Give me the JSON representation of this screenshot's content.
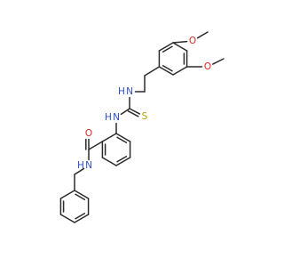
{
  "colors": {
    "background": "#ffffff",
    "bond": "#2b2b2b",
    "nitrogen": "#3050c8",
    "oxygen": "#e0231e",
    "sulfur": "#b5a300"
  },
  "atoms": [
    {
      "id": "methyl1",
      "label": ""
    },
    {
      "id": "o1",
      "label": "O",
      "element": "oxygen"
    },
    {
      "id": "ar1_c1",
      "label": ""
    },
    {
      "id": "ar1_c2",
      "label": ""
    },
    {
      "id": "ar1_c3",
      "label": ""
    },
    {
      "id": "ar1_c4",
      "label": ""
    },
    {
      "id": "ar1_c5",
      "label": ""
    },
    {
      "id": "ar1_c6",
      "label": ""
    },
    {
      "id": "o2",
      "label": "O",
      "element": "oxygen"
    },
    {
      "id": "methyl2",
      "label": ""
    },
    {
      "id": "ch2_a",
      "label": ""
    },
    {
      "id": "ch2_b",
      "label": ""
    },
    {
      "id": "nh1",
      "label": "N",
      "h_label": "H",
      "element": "nitrogen"
    },
    {
      "id": "cs",
      "label": ""
    },
    {
      "id": "s",
      "label": "S",
      "element": "sulfur"
    },
    {
      "id": "nh2",
      "label": "N",
      "h_label": "H",
      "element": "nitrogen"
    },
    {
      "id": "ar2_c1",
      "label": ""
    },
    {
      "id": "ar2_c2",
      "label": ""
    },
    {
      "id": "ar2_c3",
      "label": ""
    },
    {
      "id": "ar2_c4",
      "label": ""
    },
    {
      "id": "ar2_c5",
      "label": ""
    },
    {
      "id": "ar2_c6",
      "label": ""
    },
    {
      "id": "c_amide",
      "label": ""
    },
    {
      "id": "o3",
      "label": "O",
      "element": "oxygen"
    },
    {
      "id": "nh3",
      "label": "N",
      "h_label": "H",
      "element": "nitrogen"
    },
    {
      "id": "ch2_c",
      "label": ""
    },
    {
      "id": "ar3_c1",
      "label": ""
    },
    {
      "id": "ar3_c2",
      "label": ""
    },
    {
      "id": "ar3_c3",
      "label": ""
    },
    {
      "id": "ar3_c4",
      "label": ""
    },
    {
      "id": "ar3_c5",
      "label": ""
    },
    {
      "id": "ar3_c6",
      "label": ""
    }
  ],
  "bonds": [
    {
      "a": "methyl1",
      "b": "o1",
      "order": 1
    },
    {
      "a": "o1",
      "b": "ar1_c1",
      "order": 1
    },
    {
      "a": "ar1_c1",
      "b": "ar1_c2",
      "order": 2
    },
    {
      "a": "ar1_c2",
      "b": "ar1_c3",
      "order": 1
    },
    {
      "a": "ar1_c3",
      "b": "ar1_c4",
      "order": 2
    },
    {
      "a": "ar1_c4",
      "b": "ar1_c5",
      "order": 1
    },
    {
      "a": "ar1_c5",
      "b": "ar1_c6",
      "order": 2
    },
    {
      "a": "ar1_c6",
      "b": "ar1_c1",
      "order": 1
    },
    {
      "a": "ar1_c5",
      "b": "o2",
      "order": 1
    },
    {
      "a": "o2",
      "b": "methyl2",
      "order": 1
    },
    {
      "a": "ar1_c3",
      "b": "ch2_a",
      "order": 1
    },
    {
      "a": "ch2_a",
      "b": "ch2_b",
      "order": 1
    },
    {
      "a": "ch2_b",
      "b": "nh1",
      "order": 1
    },
    {
      "a": "nh1",
      "b": "cs",
      "order": 1
    },
    {
      "a": "cs",
      "b": "s",
      "order": 2
    },
    {
      "a": "cs",
      "b": "nh2",
      "order": 1
    },
    {
      "a": "nh2",
      "b": "ar2_c1",
      "order": 1
    },
    {
      "a": "ar2_c1",
      "b": "ar2_c2",
      "order": 2
    },
    {
      "a": "ar2_c2",
      "b": "ar2_c3",
      "order": 1
    },
    {
      "a": "ar2_c3",
      "b": "ar2_c4",
      "order": 2
    },
    {
      "a": "ar2_c4",
      "b": "ar2_c5",
      "order": 1
    },
    {
      "a": "ar2_c5",
      "b": "ar2_c6",
      "order": 2
    },
    {
      "a": "ar2_c6",
      "b": "ar2_c1",
      "order": 1
    },
    {
      "a": "ar2_c6",
      "b": "c_amide",
      "order": 1
    },
    {
      "a": "c_amide",
      "b": "o3",
      "order": 2
    },
    {
      "a": "c_amide",
      "b": "nh3",
      "order": 1
    },
    {
      "a": "nh3",
      "b": "ch2_c",
      "order": 1
    },
    {
      "a": "ch2_c",
      "b": "ar3_c1",
      "order": 1
    },
    {
      "a": "ar3_c1",
      "b": "ar3_c2",
      "order": 2
    },
    {
      "a": "ar3_c2",
      "b": "ar3_c3",
      "order": 1
    },
    {
      "a": "ar3_c3",
      "b": "ar3_c4",
      "order": 2
    },
    {
      "a": "ar3_c4",
      "b": "ar3_c5",
      "order": 1
    },
    {
      "a": "ar3_c5",
      "b": "ar3_c6",
      "order": 2
    },
    {
      "a": "ar3_c6",
      "b": "ar3_c1",
      "order": 1
    }
  ]
}
